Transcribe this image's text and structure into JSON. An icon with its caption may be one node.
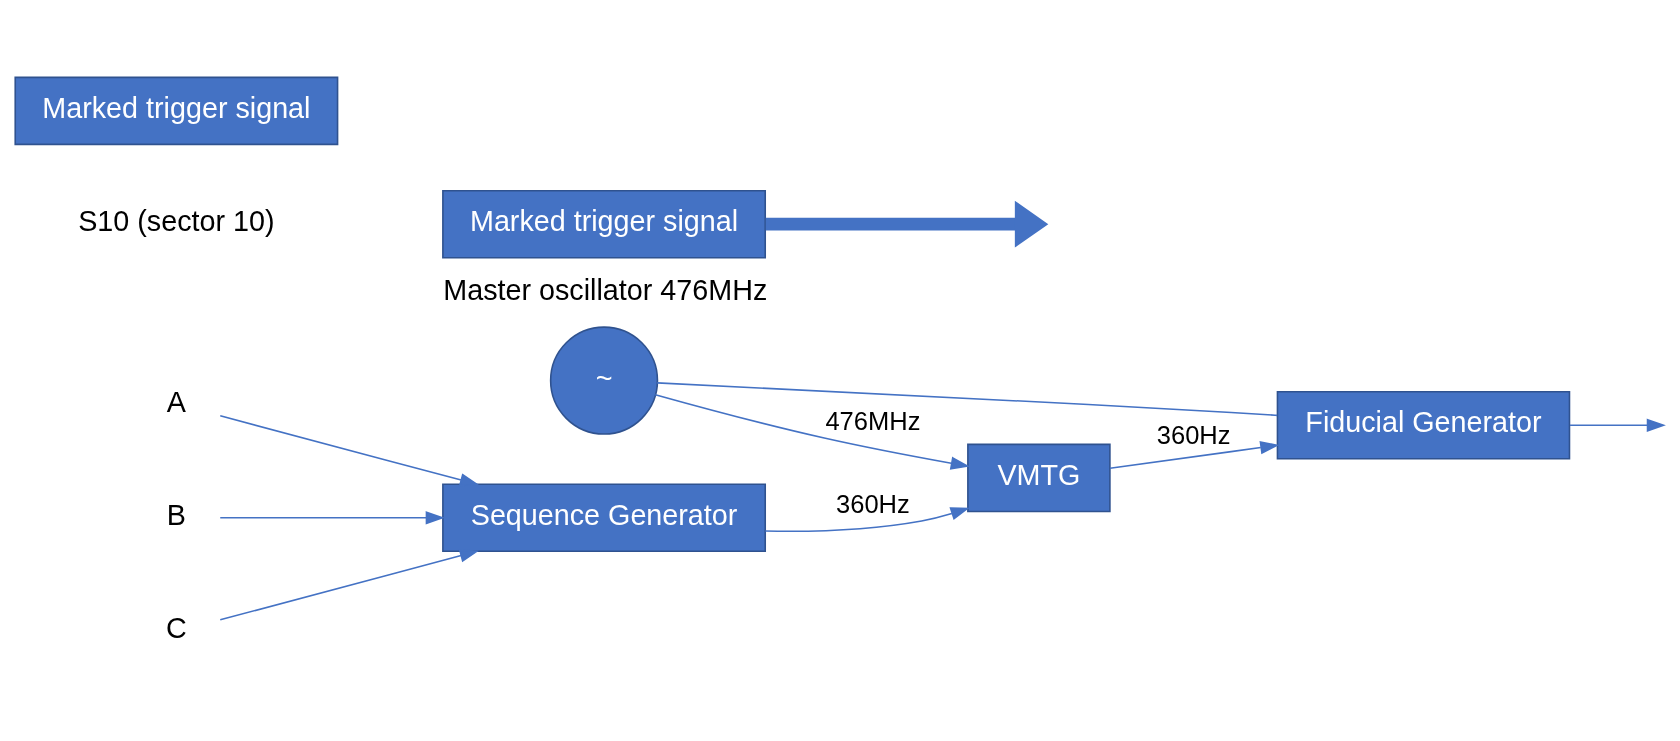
{
  "diagram": {
    "nodes": [
      {
        "text": [
          "~"
        ],
        "beside": [
          "Master oscillator 476MHz"
        ]
      },
      {
        "text": [
          "VMTG"
        ]
      },
      {
        "text": [
          "Sequence Generator"
        ]
      },
      {
        "text": [
          "Fiducial Generator"
        ]
      },
      {
        "text": [
          "A"
        ]
      },
      {
        "text": [
          "B"
        ]
      },
      {
        "text": [
          "C"
        ]
      },
      {
        "text": [
          "Marked trigger signal"
        ]
      },
      {
        "text": [
          "Marked trigger signal"
        ]
      }
    ],
    "edges": [
      {
        "from": 0,
        "to": 1,
        "arrow": "to",
        "label": "476MHz"
      },
      {
        "from": 0,
        "to": 3,
        "arrow": "none"
      },
      {
        "from": 2,
        "to": 1,
        "arrow": "to",
        "label": "360Hz"
      },
      {
        "from": 1,
        "to": 3,
        "arrow": "to",
        "label": "360Hz"
      },
      {
        "from": 4,
        "to": 2,
        "arrow": "to"
      },
      {
        "from": 5,
        "to": 2,
        "arrow": "to"
      },
      {
        "from": 6,
        "to": 2,
        "arrow": "to"
      },
      {
        "from": 3,
        "to": null,
        "arrow": "to"
      },
      {
        "from": 7,
        "to": null,
        "arrow": "to",
        "style": "thick"
      }
    ],
    "labels": [
      "S10 (sector 10)"
    ]
  }
}
